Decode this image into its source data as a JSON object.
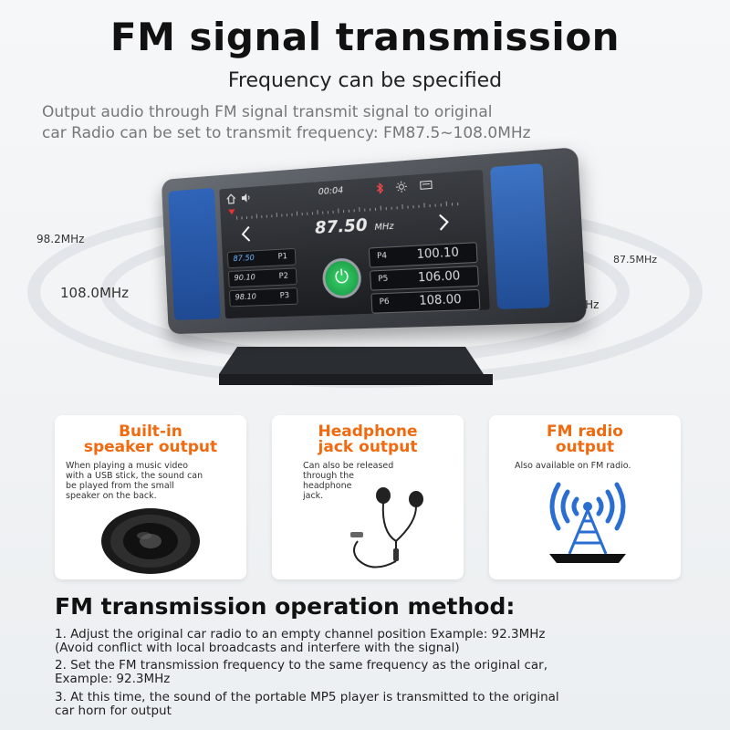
{
  "header": {
    "title": "FM signal transmission",
    "subtitle": "Frequency can be specified",
    "description_line1": "Output audio through FM signal transmit signal to original",
    "description_line2": "car Radio can be set to transmit frequency: FM87.5~108.0MHz"
  },
  "ring_labels": {
    "left_top": "98.2MHz",
    "left_mid": "108.0MHz",
    "right_top": "87.5MHz",
    "right_mid": "92.3MHz"
  },
  "device_screen": {
    "time": "00:04",
    "frequency": "87.50",
    "unit": "MHz",
    "left_presets": [
      {
        "value": "87.50",
        "slot": "P1"
      },
      {
        "value": "90.10",
        "slot": "P2"
      },
      {
        "value": "98.10",
        "slot": "P3"
      }
    ],
    "right_presets": [
      {
        "slot": "P4",
        "value": "100.10"
      },
      {
        "slot": "P5",
        "value": "106.00"
      },
      {
        "slot": "P6",
        "value": "108.00"
      }
    ],
    "icons": [
      "home-icon",
      "volume-icon",
      "bluetooth-icon",
      "brightness-icon",
      "window-icon",
      "chevron-left-icon",
      "chevron-right-icon",
      "power-icon"
    ]
  },
  "cards": [
    {
      "title1": "Built-in",
      "title2": "speaker output",
      "text": [
        "When playing a music video",
        "with a USB stick, the sound can",
        "be played from the small",
        "speaker on the back."
      ],
      "icon": "speaker-icon"
    },
    {
      "title1": "Headphone",
      "title2": "jack output",
      "text": [
        "Can also be released",
        "through the",
        "headphone",
        "jack."
      ],
      "icon": "earphones-icon"
    },
    {
      "title1": "FM radio",
      "title2": "output",
      "text": [
        "Also available on FM radio."
      ],
      "icon": "radio-tower-icon"
    }
  ],
  "operation": {
    "title": "FM transmission operation method:",
    "steps": [
      [
        "1. Adjust the original car radio to an empty channel position Example: 92.3MHz",
        "(Avoid conflict with local broadcasts and interfere with the signal)"
      ],
      [
        "2. Set the FM transmission frequency to the same frequency as the original car,",
        "Example: 92.3MHz"
      ],
      [
        "3. At this time, the sound of the portable MP5 player is transmitted to the original",
        "car horn for output"
      ]
    ]
  },
  "colors": {
    "accent_orange": "#f06a10",
    "device_blue": "#2f64b8",
    "power_green": "#1fae4f"
  }
}
